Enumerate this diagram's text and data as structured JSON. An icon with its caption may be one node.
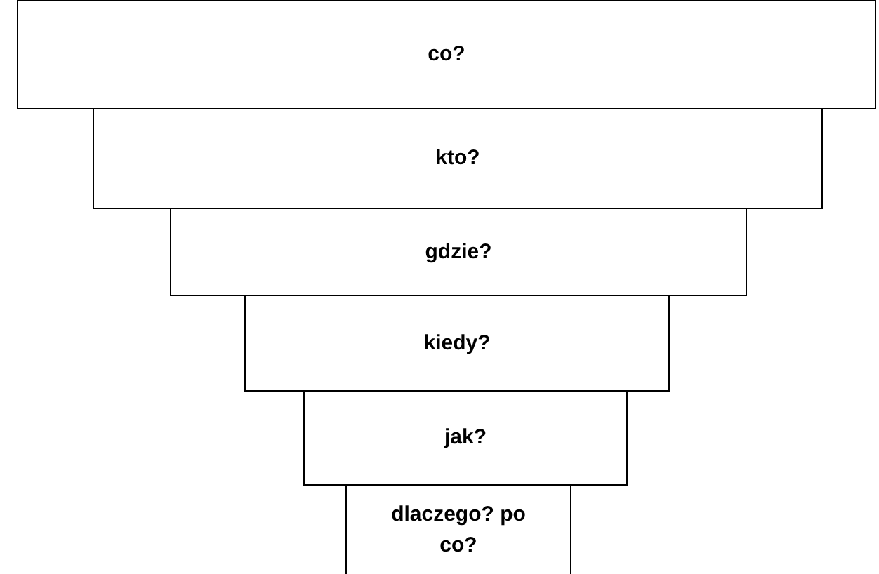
{
  "diagram": {
    "nodes": [
      {
        "text": [
          "co?"
        ]
      },
      {
        "text": [
          "kto?"
        ]
      },
      {
        "text": [
          "gdzie?"
        ]
      },
      {
        "text": [
          "kiedy?"
        ]
      },
      {
        "text": [
          "jak?"
        ]
      },
      {
        "text": [
          "dlaczego? po co?"
        ]
      }
    ]
  }
}
